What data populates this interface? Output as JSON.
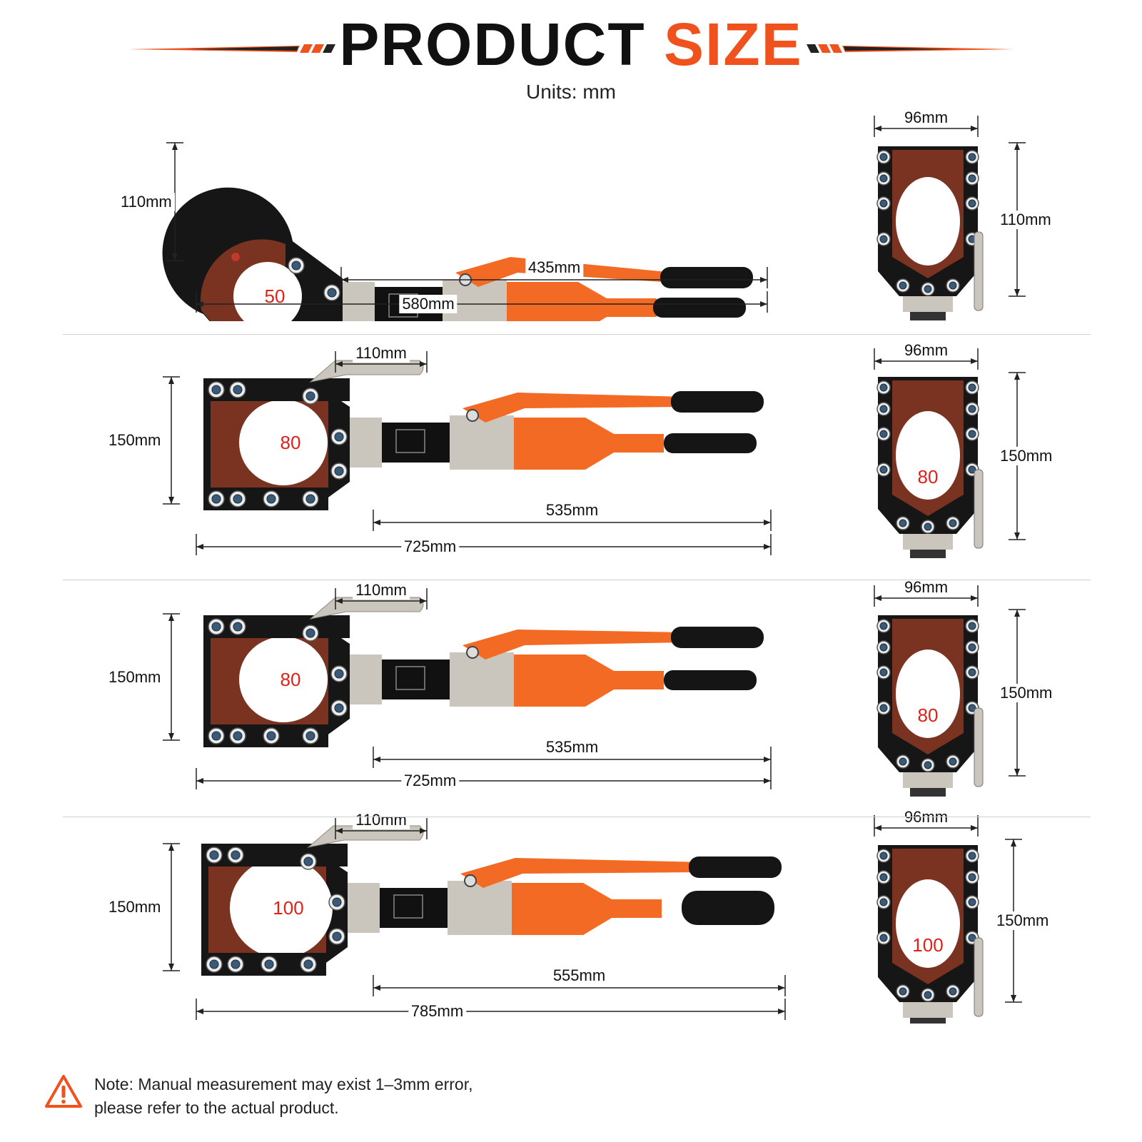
{
  "title": {
    "part1": "PRODUCT",
    "part2": "SIZE"
  },
  "units": "Units: mm",
  "colors": {
    "accent": "#f0521e",
    "jaw": "#7a3221",
    "body": "#161616",
    "steel": "#cbc6bd",
    "handle": "#f36a24"
  },
  "icons": [
    "warning-icon"
  ],
  "products": [
    {
      "jaw_capacity": "50",
      "height": "110mm",
      "body_length": "435mm",
      "total_length": "580mm",
      "top_width": "96mm",
      "top_height": "110mm",
      "top_jaw_label": "",
      "lever_length": ""
    },
    {
      "jaw_capacity": "80",
      "height": "150mm",
      "body_length": "535mm",
      "total_length": "725mm",
      "top_width": "96mm",
      "top_height": "150mm",
      "top_jaw_label": "80",
      "lever_length": "110mm"
    },
    {
      "jaw_capacity": "80",
      "height": "150mm",
      "body_length": "535mm",
      "total_length": "725mm",
      "top_width": "96mm",
      "top_height": "150mm",
      "top_jaw_label": "80",
      "lever_length": "110mm"
    },
    {
      "jaw_capacity": "100",
      "height": "150mm",
      "body_length": "555mm",
      "total_length": "785mm",
      "top_width": "96mm",
      "top_height": "150mm",
      "top_jaw_label": "100",
      "lever_length": "110mm"
    }
  ],
  "note": {
    "line1": "Note: Manual measurement may exist 1–3mm error,",
    "line2": "please refer to the actual product."
  }
}
